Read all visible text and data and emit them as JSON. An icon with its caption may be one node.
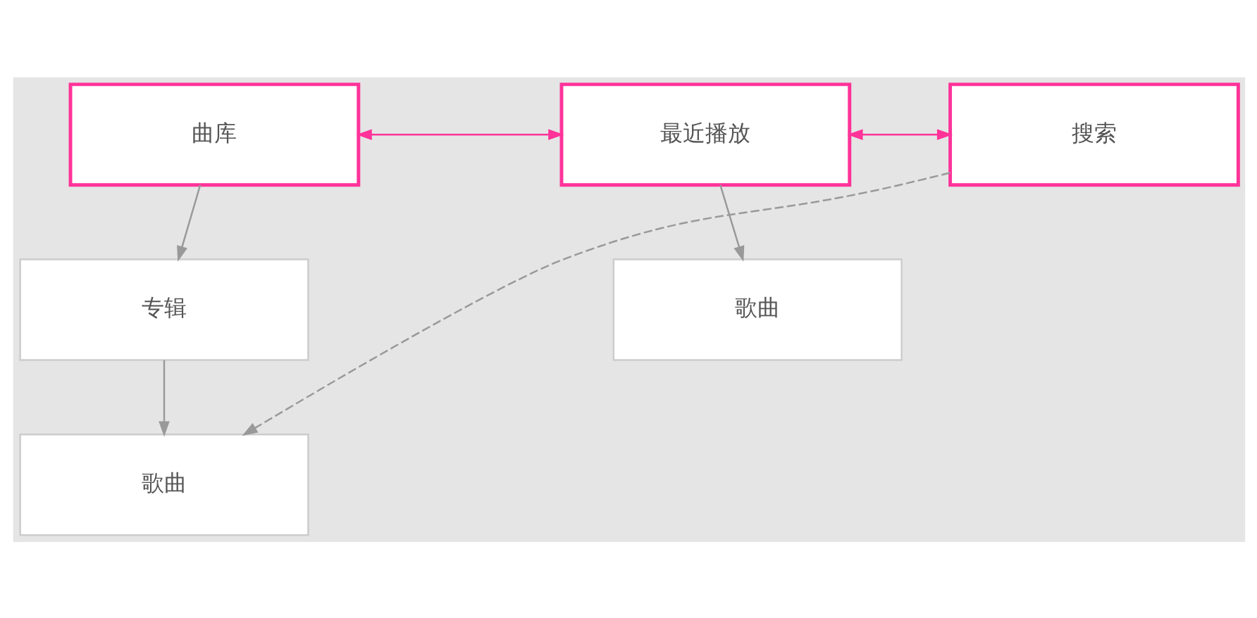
{
  "diagram": {
    "nodes": [
      {
        "text": [
          "曲库"
        ]
      },
      {
        "text": [
          "最近播放"
        ]
      },
      {
        "text": [
          "搜索"
        ]
      },
      {
        "text": [
          "专辑"
        ]
      },
      {
        "text": [
          "歌曲"
        ]
      },
      {
        "text": [
          "歌曲"
        ]
      }
    ],
    "edges": [
      {
        "from": 0,
        "to": 1,
        "arrow": "both",
        "color": "#ff3399"
      },
      {
        "from": 1,
        "to": 2,
        "arrow": "both",
        "color": "#ff3399"
      },
      {
        "from": 0,
        "to": 3,
        "arrow": "to"
      },
      {
        "from": 1,
        "to": 4,
        "arrow": "to"
      },
      {
        "from": 3,
        "to": 5,
        "arrow": "to"
      },
      {
        "from": 2,
        "to": 5,
        "arrow": "to",
        "style": "dashed"
      }
    ]
  }
}
